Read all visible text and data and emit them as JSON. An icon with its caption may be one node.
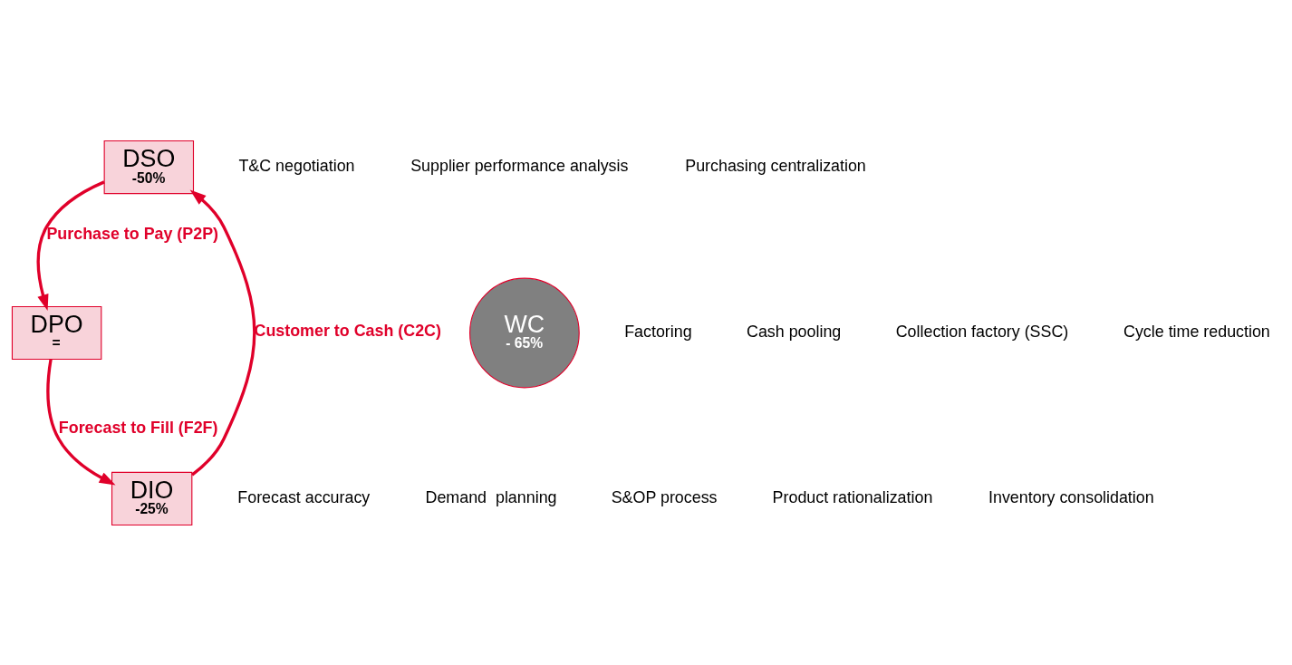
{
  "diagram": {
    "nodes": [
      {
        "text": [
          "DSO",
          "-50%"
        ]
      },
      {
        "text": [
          "DPO",
          "="
        ]
      },
      {
        "text": [
          "WC",
          "- 65%"
        ]
      },
      {
        "text": [
          "DIO",
          "-25%"
        ]
      }
    ],
    "edges": [
      {
        "from": 0,
        "to": 1,
        "arrow": "to",
        "label": "Purchase to Pay (P2P)"
      },
      {
        "from": 1,
        "to": 3,
        "arrow": "to",
        "label": "Forecast to Fill (F2F)"
      },
      {
        "from": 3,
        "to": 0,
        "arrow": "to",
        "label": "Customer to Cash (C2C)"
      }
    ],
    "labels": [
      "T&C negotiation",
      "Supplier performance analysis",
      "Purchasing centralization",
      "Factoring",
      "Cash pooling",
      "Collection factory (SSC)",
      "Cycle time reduction",
      "Forecast accuracy",
      "Demand  planning",
      "S&OP process",
      "Product rationalization",
      "Inventory consolidation"
    ]
  }
}
